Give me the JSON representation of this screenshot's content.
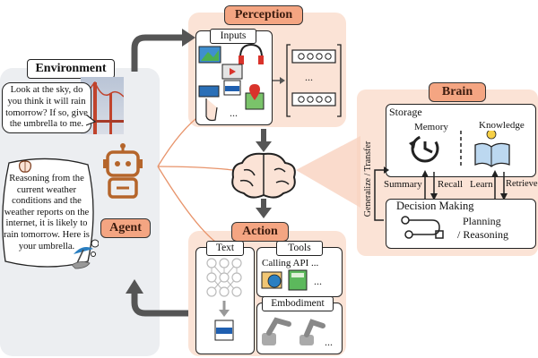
{
  "environment": {
    "title": "Environment",
    "question_bubble": "Look at the sky, do you think it will rain tomorrow? If so, give the umbrella to me.",
    "answer_bubble": "Reasoning from the current weather conditions and the weather reports on the internet, it is likely to rain tomorrow. Here is your umbrella.",
    "agent_label": "Agent"
  },
  "perception": {
    "title": "Perception",
    "inputs_label": "Inputs",
    "ellipsis": "..."
  },
  "action": {
    "title": "Action",
    "text_label": "Text",
    "tools_label": "Tools",
    "calling_api": "Calling API ...",
    "embodiment_label": "Embodiment",
    "ellipsis": "..."
  },
  "brain": {
    "title": "Brain",
    "storage_label": "Storage",
    "memory_label": "Memory",
    "knowledge_label": "Knowledge",
    "summary_label": "Summary",
    "recall_label": "Recall",
    "learn_label": "Learn",
    "retrieve_label": "Retrieve",
    "generalize_label": "Generalize / Transfer",
    "decision_label": "Decision Making",
    "planning_label": "Planning",
    "reasoning_label": "/ Reasoning"
  },
  "colors": {
    "panel_peach": "#fbe3d6",
    "title_orange": "#f4a582",
    "env_gray": "#eceef1",
    "arrow_gray": "#555555",
    "robot_brown": "#b5652b"
  }
}
